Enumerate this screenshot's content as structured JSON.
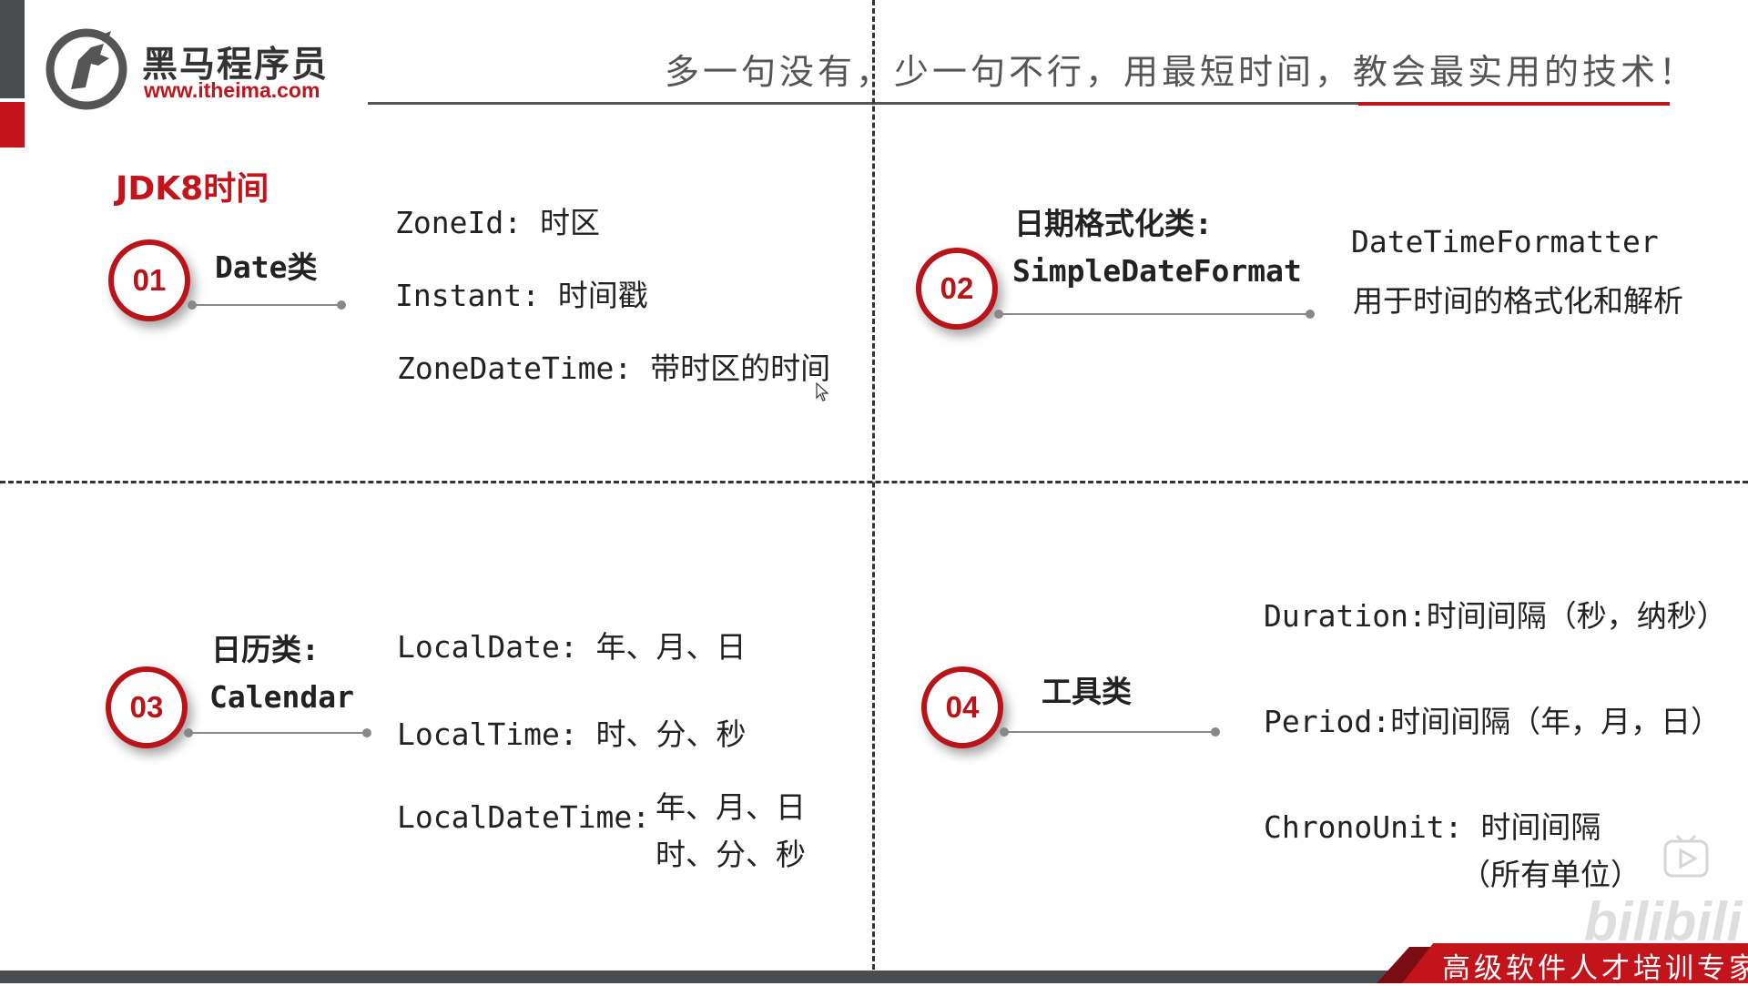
{
  "logo": {
    "name_cn": "黑马程序员",
    "url": "www.itheima.com"
  },
  "header": {
    "slogan": "多一句没有，少一句不行，用最短时间，教会最实用的技术！"
  },
  "section_title": "JDK8时间",
  "quadrants": [
    {
      "number": "01",
      "title_lines": [
        "Date类"
      ],
      "items": [
        "ZoneId: 时区",
        "Instant: 时间戳",
        "ZoneDateTime: 带时区的时间"
      ]
    },
    {
      "number": "02",
      "title_lines": [
        "日期格式化类:",
        "SimpleDateFormat"
      ],
      "items": [
        "DateTimeFormatter",
        "用于时间的格式化和解析"
      ]
    },
    {
      "number": "03",
      "title_lines": [
        "日历类:",
        "Calendar"
      ],
      "items": [
        "LocalDate: 年、月、日",
        "LocalTime: 时、分、秒"
      ],
      "item3_label": "LocalDateTime:",
      "item3_values": [
        "年、月、日",
        "时、分、秒"
      ]
    },
    {
      "number": "04",
      "title_lines": [
        "工具类"
      ],
      "items": [
        "Duration:时间间隔（秒，纳秒）",
        "Period:时间间隔（年，月，日）",
        "ChronoUnit: 时间间隔",
        "（所有单位）"
      ]
    }
  ],
  "footer": {
    "tagline": "高级软件人才培训专家"
  },
  "watermark": {
    "text": "bilibili"
  },
  "colors": {
    "accent_red": "#c3131b",
    "dark_gray": "#4a4d50",
    "text": "#222222"
  }
}
